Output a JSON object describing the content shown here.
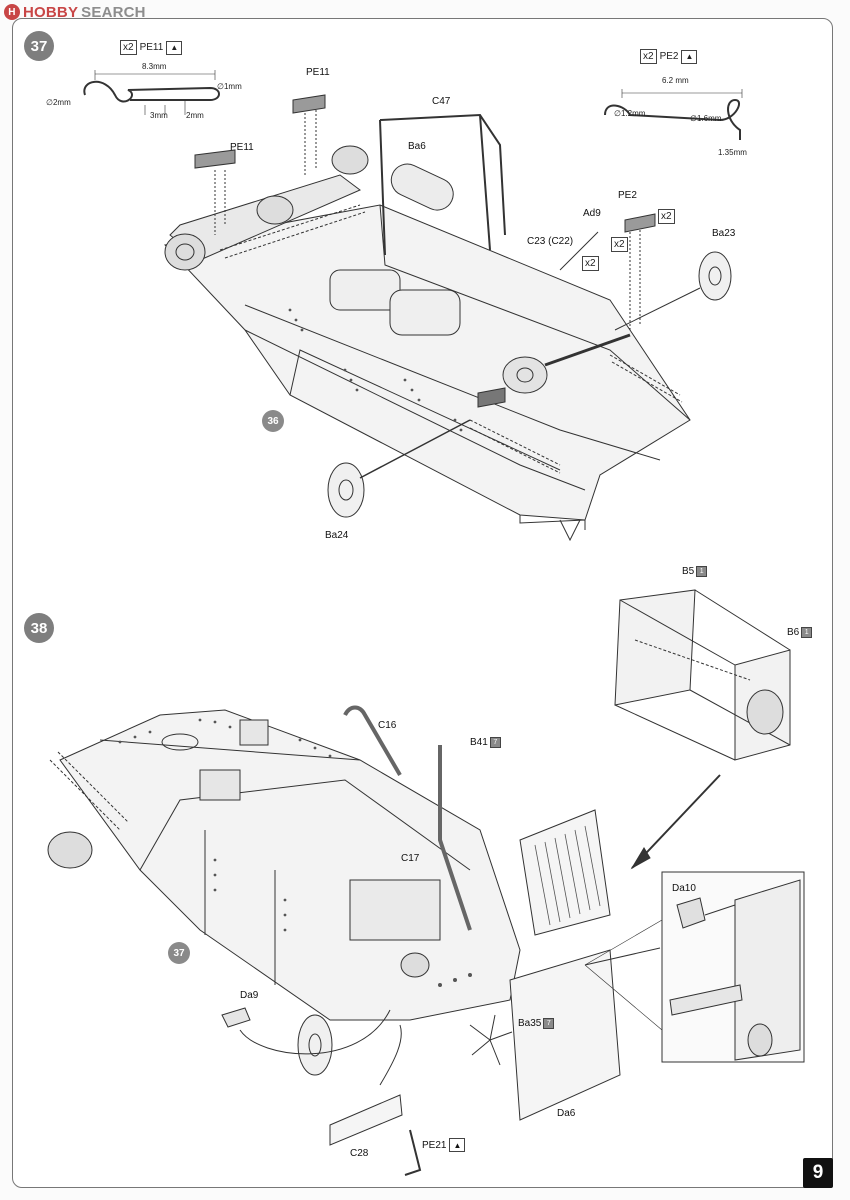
{
  "watermark": {
    "mark": "H",
    "brand": "HOBBY",
    "rest": "SEARCH"
  },
  "page_number": "9",
  "step37": {
    "badge": "37",
    "qty_pe11": {
      "x": "x2",
      "part": "PE11"
    },
    "qty_pe2": {
      "x": "x2",
      "part": "PE2"
    },
    "dims_pe11": {
      "length": "8.3mm",
      "dia_left": "∅2mm",
      "dia_right": "∅1mm",
      "d3": "3mm",
      "d2": "2mm"
    },
    "dims_pe2": {
      "length": "6.2 mm",
      "dia_left": "∅1.2mm",
      "dia_right": "∅1.6mm",
      "depth": "1.35mm"
    },
    "labels": {
      "pe11_top": "PE11",
      "pe11_left": "PE11",
      "c47": "C47",
      "ba6": "Ba6",
      "pe2": "PE2",
      "ad9": "Ad9",
      "c23": "C23 (C22)",
      "ba23": "Ba23",
      "ba24": "Ba24"
    },
    "x2_tags": [
      "x2",
      "x2",
      "x2"
    ],
    "ref": "36"
  },
  "step38": {
    "badge": "38",
    "labels": {
      "b5": "B5",
      "b5_sprue": "1",
      "b6": "B6",
      "b6_sprue": "1",
      "c16": "C16",
      "b41": "B41",
      "b41_sprue": "7",
      "c17": "C17",
      "da10": "Da10",
      "da9": "Da9",
      "ba35": "Ba35",
      "ba35_sprue": "7",
      "c28": "C28",
      "pe21": "PE21",
      "da6": "Da6"
    },
    "ref": "37"
  }
}
